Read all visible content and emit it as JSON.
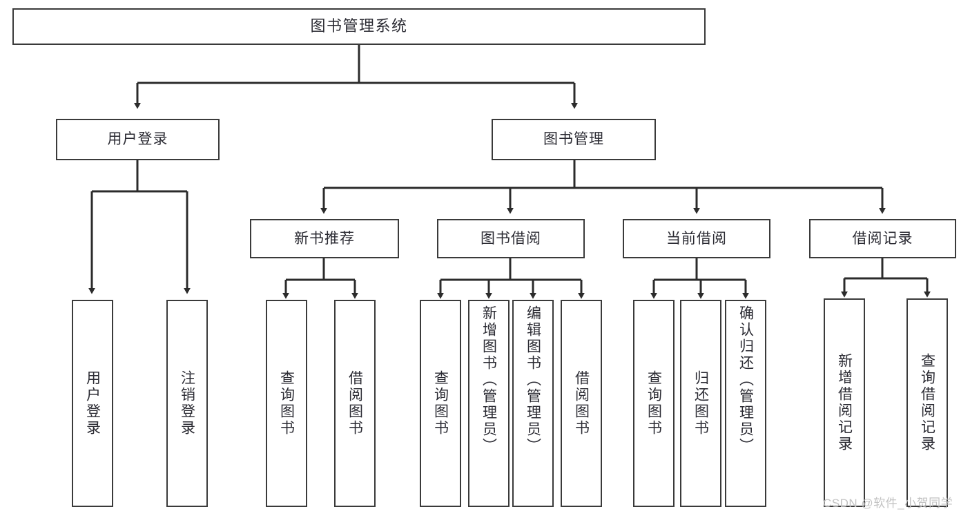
{
  "diagram": {
    "title": "图书管理系统",
    "type": "tree",
    "colors": {
      "box_border": "#3a3a3a",
      "box_fill": "#ffffff",
      "text": "#2b2b33",
      "connector": "#2b2b2b",
      "watermark": "#c2c2c2",
      "background": "#ffffff"
    },
    "root": {
      "label": "图书管理系统"
    },
    "tier1": [
      {
        "label": "用户登录"
      },
      {
        "label": "图书管理"
      }
    ],
    "tier2": [
      {
        "label": "新书推荐"
      },
      {
        "label": "图书借阅"
      },
      {
        "label": "当前借阅"
      },
      {
        "label": "借阅记录"
      }
    ],
    "leaves": {
      "user_login": [
        {
          "label": "用户登录"
        },
        {
          "label": "注销登录"
        }
      ],
      "new_book": [
        {
          "label": "查询图书"
        },
        {
          "label": "借阅图书"
        }
      ],
      "borrow_book": [
        {
          "label": "查询图书"
        },
        {
          "label": "新增图书（管理员）"
        },
        {
          "label": "编辑图书（管理员）"
        },
        {
          "label": "借阅图书"
        }
      ],
      "current_borrow": [
        {
          "label": "查询图书"
        },
        {
          "label": "归还图书"
        },
        {
          "label": "确认归还（管理员）"
        }
      ],
      "borrow_record": [
        {
          "label": "新增借阅记录"
        },
        {
          "label": "查询借阅记录"
        }
      ]
    },
    "watermark": "CSDN @软件_小贺同学"
  }
}
